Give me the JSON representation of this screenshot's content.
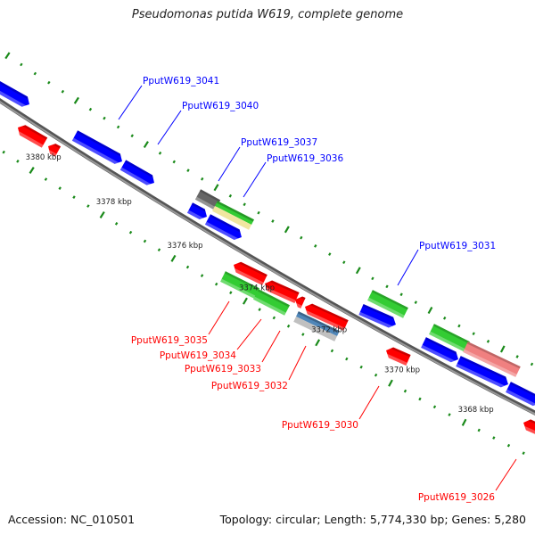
{
  "title": "Pseudomonas putida W619, complete genome",
  "footer": {
    "accession": "Accession: NC_010501",
    "topology": "Topology: circular; Length: 5,774,330 bp; Genes: 5,280"
  },
  "colors": {
    "forward": "#0000ff",
    "reverse": "#ff0000",
    "green": "#33cc33",
    "pink": "#f08080",
    "gray": "#666666",
    "yellow": "#f0e6a0",
    "steelblue": "#4f86b8",
    "lightgray": "#c0c0c0",
    "backbone": "#808080",
    "ticks": "#1a8a1a"
  },
  "tick_labels": [
    "3380 kbp",
    "3378 kbp",
    "3376 kbp",
    "3374 kbp",
    "3372 kbp",
    "3370 kbp",
    "3368 kbp"
  ],
  "gene_labels": [
    {
      "text": "PputW619_3041",
      "strand": "forward"
    },
    {
      "text": "PputW619_3040",
      "strand": "forward"
    },
    {
      "text": "PputW619_3037",
      "strand": "forward"
    },
    {
      "text": "PputW619_3036",
      "strand": "forward"
    },
    {
      "text": "PputW619_3031",
      "strand": "forward"
    },
    {
      "text": "PputW619_3035",
      "strand": "reverse"
    },
    {
      "text": "PputW619_3034",
      "strand": "reverse"
    },
    {
      "text": "PputW619_3033",
      "strand": "reverse"
    },
    {
      "text": "PputW619_3032",
      "strand": "reverse"
    },
    {
      "text": "PputW619_3030",
      "strand": "reverse"
    },
    {
      "text": "PputW619_3026",
      "strand": "reverse"
    }
  ]
}
